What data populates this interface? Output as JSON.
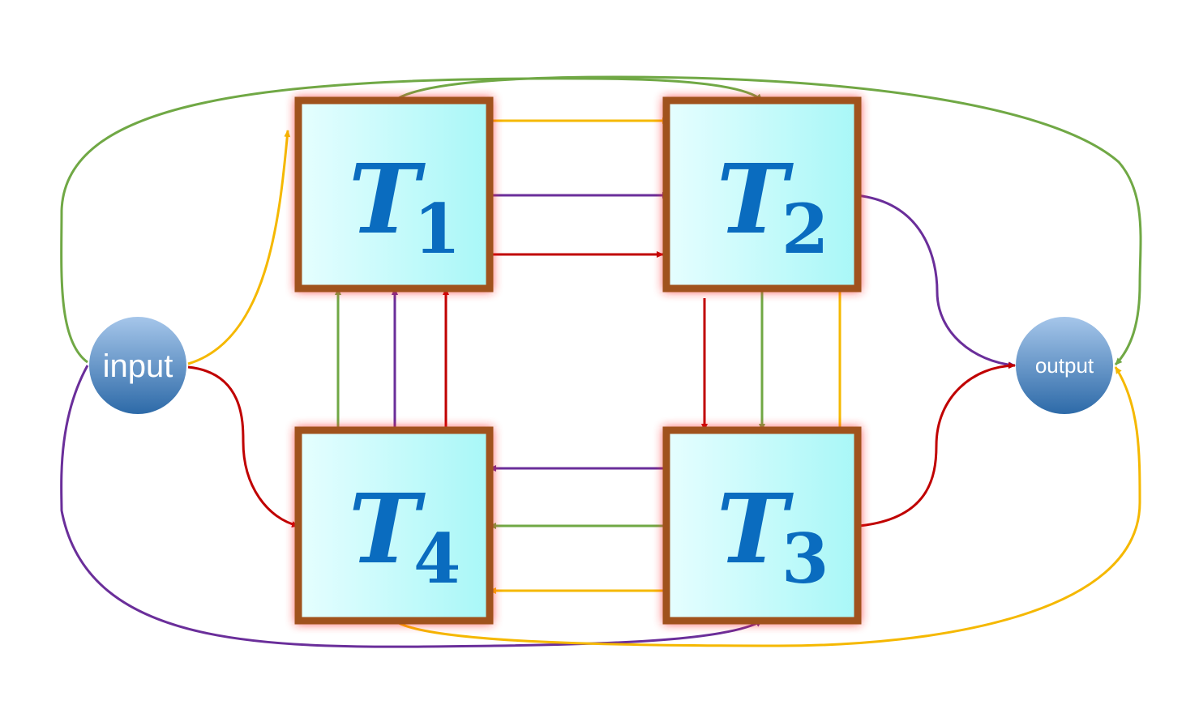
{
  "diagram": {
    "title": "",
    "nodes": [
      {
        "id": "T1",
        "letter": "T",
        "sub": "1"
      },
      {
        "id": "T2",
        "letter": "T",
        "sub": "2"
      },
      {
        "id": "T3",
        "letter": "T",
        "sub": "3"
      },
      {
        "id": "T4",
        "letter": "T",
        "sub": "4"
      }
    ],
    "terminals": {
      "input": "input",
      "output": "output"
    },
    "edges": [
      {
        "from": "T1",
        "to": "T2",
        "color": "yellow"
      },
      {
        "from": "T1",
        "to": "T2",
        "color": "purple"
      },
      {
        "from": "T1",
        "to": "T2",
        "color": "red"
      },
      {
        "from": "T2",
        "to": "T3",
        "color": "red"
      },
      {
        "from": "T2",
        "to": "T3",
        "color": "green"
      },
      {
        "from": "T2",
        "to": "T3",
        "color": "yellow"
      },
      {
        "from": "T3",
        "to": "T4",
        "color": "purple"
      },
      {
        "from": "T3",
        "to": "T4",
        "color": "green"
      },
      {
        "from": "T3",
        "to": "T4",
        "color": "yellow"
      },
      {
        "from": "T4",
        "to": "T1",
        "color": "green"
      },
      {
        "from": "T4",
        "to": "T1",
        "color": "purple"
      },
      {
        "from": "T4",
        "to": "T1",
        "color": "red"
      },
      {
        "from": "input",
        "to": "T1",
        "color": "yellow"
      },
      {
        "from": "input",
        "to": "T4",
        "color": "red"
      },
      {
        "from": "input",
        "to": "T2",
        "color": "green"
      },
      {
        "from": "input",
        "to": "T3",
        "color": "purple"
      },
      {
        "from": "T1",
        "to": "output",
        "color": "green"
      },
      {
        "from": "T2",
        "to": "output",
        "color": "purple"
      },
      {
        "from": "T3",
        "to": "output",
        "color": "red"
      },
      {
        "from": "T4",
        "to": "output",
        "color": "yellow"
      }
    ],
    "colors": {
      "yellow": "#f5b800",
      "purple": "#6a2e9a",
      "red": "#c00000",
      "green": "#70a845",
      "node_text": "#0a6cbf",
      "node_border": "#a0521d",
      "node_glow": "#ff2020",
      "node_fill_left": "#e6feff",
      "node_fill_right": "#a8f7f7",
      "circle_top": "#a6c6ea",
      "circle_bottom": "#2d6aa8"
    }
  }
}
